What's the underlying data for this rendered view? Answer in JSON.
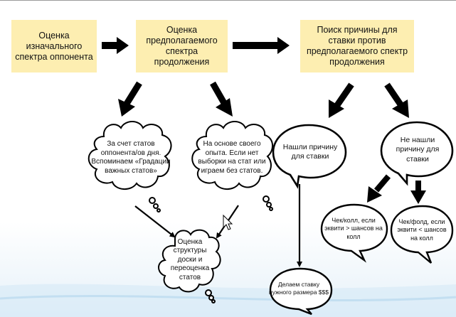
{
  "boxes": {
    "initial": "Оценка изначального спектра оппонента",
    "assumed": "Оценка предполагаемого спектра продолжения",
    "reason": "Поиск причины для ставки против предполагаемого спектр продолжения"
  },
  "bubbles": {
    "stats": "За счет статов оппонента/ов дня. Вспоминаем «Градации важных статов»",
    "experience": "На основе своего опыта. Если нет выборки на стат или играем без статов.",
    "board": "Оценка структуры доски и переоценка статов",
    "found": "Нашли причину для ставки",
    "not_found": "Не нашли причину для ставки",
    "check_call": "Чек/колл, если эквити > шансов на колл",
    "check_fold": "Чек/фолд, если эквити < шансов на колл",
    "bet": "Делаем ставку нужного размера $$$"
  },
  "colors": {
    "box_fill": "#fdeeb1",
    "arrow": "#000000",
    "bubble_stroke": "#000000"
  }
}
